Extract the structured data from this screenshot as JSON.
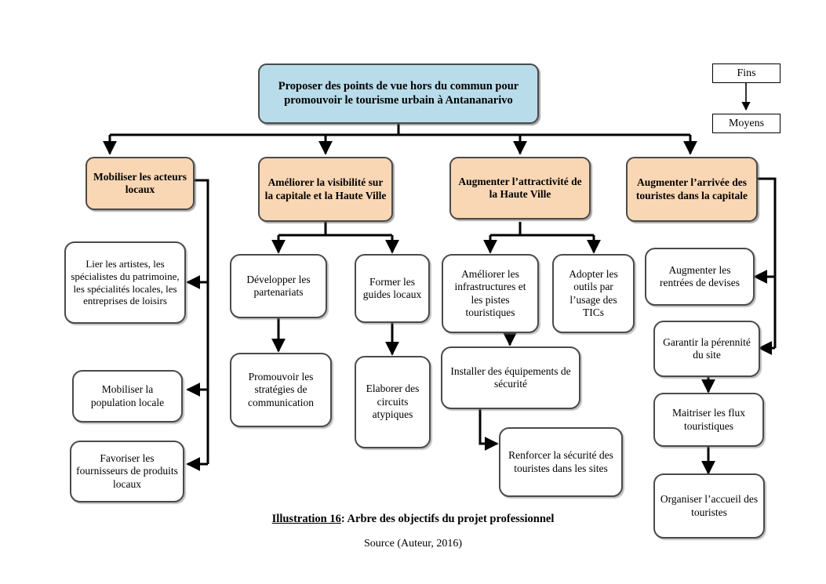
{
  "caption": {
    "label": "Illustration 16",
    "separator": ": ",
    "title": "Arbre des objectifs du projet professionnel",
    "source": "Source (Auteur, 2016)"
  },
  "legend": {
    "ends_label": "Fins",
    "means_label": "Moyens"
  },
  "colors": {
    "goal_fill": "#b9dcea",
    "objective_fill": "#fad7b4",
    "means_fill": "#ffffff",
    "border": "#4a4a4a",
    "edge": "#000000"
  },
  "goal": {
    "text": "Proposer des points de vue hors du commun pour promouvoir le tourisme urbain à Antananarivo"
  },
  "objectives": [
    {
      "id": "obj1",
      "text": "Mobiliser les acteurs locaux"
    },
    {
      "id": "obj2",
      "text": "Améliorer la visibilité sur la capitale et la Haute Ville"
    },
    {
      "id": "obj3",
      "text": "Augmenter l’attractivité de la Haute Ville"
    },
    {
      "id": "obj4",
      "text": "Augmenter l’arrivée des touristes dans la capitale"
    }
  ],
  "means": [
    {
      "id": "m1",
      "text": "Lier les artistes, les spécialistes du patrimoine, les spécialités locales, les entreprises de loisirs"
    },
    {
      "id": "m2",
      "text": "Mobiliser la population locale"
    },
    {
      "id": "m3",
      "text": "Favoriser les fournisseurs de produits locaux"
    },
    {
      "id": "m4",
      "text": "Développer les partenariats"
    },
    {
      "id": "m5",
      "text": "Promouvoir les stratégies de communication"
    },
    {
      "id": "m6",
      "text": "Former les guides locaux"
    },
    {
      "id": "m7",
      "text": "Elaborer des circuits atypiques"
    },
    {
      "id": "m8",
      "text": "Améliorer les infrastructures et les pistes touristiques"
    },
    {
      "id": "m9",
      "text": "Adopter les outils par l’usage des TICs"
    },
    {
      "id": "m10",
      "text": "Installer des équipements de sécurité"
    },
    {
      "id": "m11",
      "text": "Renforcer la sécurité des touristes dans les sites"
    },
    {
      "id": "m12",
      "text": "Augmenter les rentrées de devises"
    },
    {
      "id": "m13",
      "text": "Garantir la pérennité du site"
    },
    {
      "id": "m14",
      "text": "Maitriser les flux touristiques"
    },
    {
      "id": "m15",
      "text": "Organiser l’accueil des touristes"
    }
  ]
}
